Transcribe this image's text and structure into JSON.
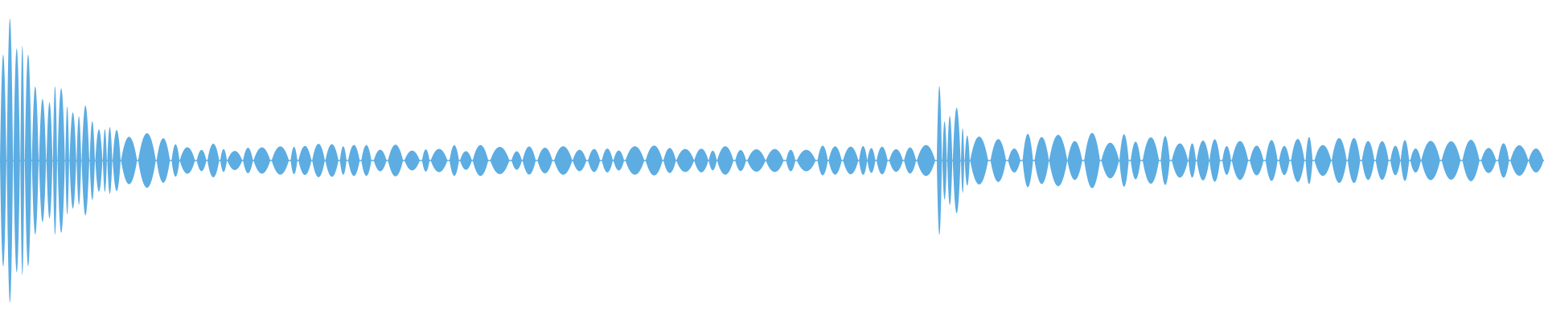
{
  "waveform": {
    "color": "#5DADE2",
    "background": "#FFFFFF",
    "bursts": [
      {
        "start": 0.0,
        "end": 0.13,
        "peak": 0.98,
        "decay": 0.55
      },
      {
        "start": 0.13,
        "end": 0.6,
        "peak": 0.11,
        "decay": 0.98
      },
      {
        "start": 0.6,
        "end": 0.655,
        "peak": 0.64,
        "decay": 0.6
      },
      {
        "start": 0.655,
        "end": 1.0,
        "peak": 0.19,
        "decay": 0.9
      }
    ]
  }
}
